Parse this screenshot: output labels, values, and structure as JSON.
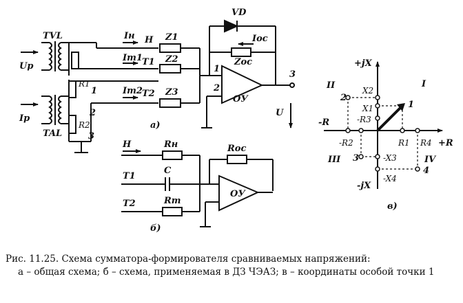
{
  "diagram_a": {
    "transformer_voltage": "TVL",
    "transformer_current": "TAL",
    "input_voltage": "Uр",
    "input_current": "Iр",
    "resistor_r1": "R1",
    "resistor_r2": "R2",
    "diode": "VD",
    "currents": [
      "Iн",
      "Iт1",
      "Iт2",
      "Iос"
    ],
    "nodes": [
      "H",
      "T1",
      "T2"
    ],
    "impedances": [
      "Z1",
      "Z2",
      "Z3",
      "Zос"
    ],
    "node_numbers": [
      "1",
      "2",
      "3",
      "1",
      "3",
      "2"
    ],
    "opamp_pins": [
      "1",
      "2",
      "3"
    ],
    "opamp": "ОУ",
    "output": "U",
    "sublabel": "а)"
  },
  "diagram_b": {
    "inputs": [
      "H",
      "T1",
      "T2"
    ],
    "components": [
      "Rн",
      "C",
      "Rт",
      "Rос"
    ],
    "opamp": "ОУ",
    "sublabel": "б)"
  },
  "diagram_c": {
    "axis_pos_jx": "+jX",
    "axis_neg_jx": "-jX",
    "axis_pos_r": "+R",
    "axis_neg_r": "-R",
    "quadrants": [
      "I",
      "II",
      "III",
      "IV"
    ],
    "labels": [
      "X2",
      "X1",
      "-R3",
      "-R2",
      "R1",
      "R4",
      "-X3",
      "-X4"
    ],
    "points": [
      "1",
      "2",
      "3",
      "4"
    ],
    "sublabel": "в)"
  },
  "caption": {
    "line1": "Рис. 11.25. Схема сумматора-формирователя сравниваемых напряжений:",
    "line2": "а – общая схема; б – схема, применяемая в ДЗ ЧЭАЗ; в – координаты особой точки 1"
  }
}
